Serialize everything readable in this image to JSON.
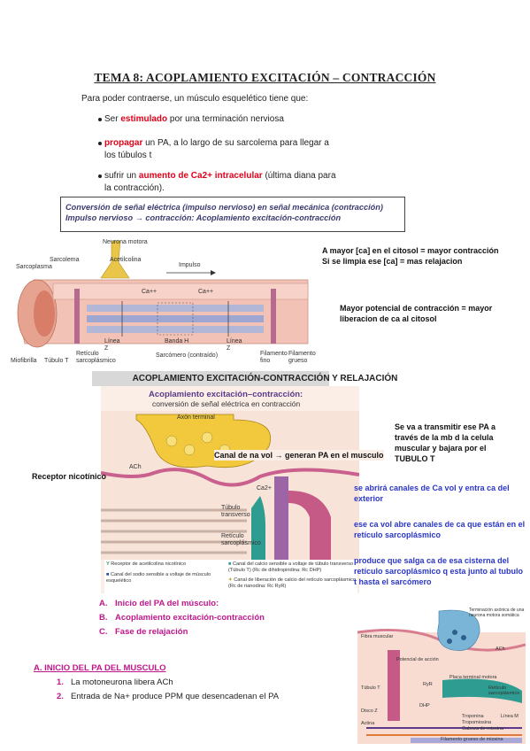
{
  "title": "TEMA 8: ACOPLAMIENTO EXCITACIÓN – CONTRACCIÓN",
  "intro": "Para poder contraerse, un músculo esquelético tiene que:",
  "bullets": [
    {
      "pre": "Ser ",
      "hl": "estimulado",
      "post": " por una terminación nerviosa"
    },
    {
      "pre": "",
      "hl": "propagar",
      "post": " un PA, a lo largo de su sarcolema para llegar a los túbulos t"
    },
    {
      "pre": " sufrir un ",
      "hl": "aumento de Ca2+ intracelular",
      "post": " (última diana para la contracción)."
    }
  ],
  "box": {
    "line1": "Conversión de señal eléctrica (impulso nervioso) en señal mecánica (contracción)",
    "line2": "Impulso nervioso → contracción: Acoplamiento excitación-contracción"
  },
  "diagram1": {
    "labels": [
      "Neurona motora",
      "Sarcolema",
      "Acetilcolina",
      "Sarcoplasma",
      "Impulso",
      "Ca++",
      "Ca++",
      "Línea Z",
      "Banda H",
      "Línea Z",
      "Miofibrilla",
      "Túbulo T",
      "Retículo sarcoplásmico",
      "Sarcómero (contraído)",
      "Filamento fino",
      "Filamento grueso"
    ]
  },
  "note1": {
    "l1": "A mayor [ca] en el citosol = mayor contracción",
    "l2": "Si se limpia ese [ca] = mas relajacion"
  },
  "note2": {
    "l1": "Mayor potencial de contracción = mayor",
    "l2": "liberacion de ca al citosol"
  },
  "subtitle": "ACOPLAMIENTO EXCITACIÓN-CONTRACCIÓN Y RELAJACIÓN",
  "diagram2": {
    "title": "Acoplamiento excitación–contracción:",
    "subtitle": "conversión de señal eléctrica en contracción",
    "axon": "Axón terminal",
    "ach": "ACh",
    "labels": [
      "Túbulo transverso",
      "Retículo sarcoplásmico",
      "Ca2+"
    ],
    "legend": [
      "Receptor de acetilcolina nicotínico",
      "Canal del sodio sensible a voltaje de músculo esquelético",
      "Canal del calcio sensible a voltaje de túbulo transverso (Túbulo T) (Rc de dihidropiridina: Rc DHP)",
      "Canal de liberación de calcio del retículo sarcoplásmico (Rc de rianodina: Rc RyR)"
    ]
  },
  "notes2": {
    "canal": "Canal de na vol  → generan PA en el musculo",
    "receptor": "Receptor nicotínico",
    "pa1": "Se va a transmitir ese PA a",
    "pa2": "través de la mb d la celula",
    "pa3": "muscular y bajara por el",
    "pa4": "TUBULO T",
    "b1a": "se abrirá canales de Ca vol y entra ca del",
    "b1b": "exterior",
    "b2a": "ese ca vol abre canales de ca que están en el",
    "b2b": "retículo sarcoplásmico",
    "b3a": "produce que salga ca de esa cisterna del",
    "b3b": "retículo sarcoplásmico q esta junto al tubulo",
    "b3c": "t hasta el sarcómero"
  },
  "phases": [
    {
      "letter": "A.",
      "text": "Inicio del PA del músculo:"
    },
    {
      "letter": "B.",
      "text": "Acoplamiento excitación-contracción"
    },
    {
      "letter": "C.",
      "text": "Fase de relajación"
    }
  ],
  "diagram3": {
    "labels": [
      "Terminación axónica de una neurona motora somática",
      "Fibra muscular",
      "Potencial de acción",
      "ACh",
      "Placa terminal motora",
      "Túbulo T",
      "RyR",
      "Retículo sarcoplásmico",
      "DHP",
      "Disco Z",
      "Actina",
      "Troponina",
      "Tropomiosina",
      "Línea M",
      "Cabeza de miosina",
      "Filamento grueso de miosina"
    ]
  },
  "sectionA": {
    "title": "A.   INICIO DEL PA DEL MUSCULO",
    "steps": [
      {
        "n": "1.",
        "text": "La motoneurona libera ACh"
      },
      {
        "n": "2.",
        "text": "Entrada de Na+ produce PPM que desencadenan el PA"
      }
    ]
  }
}
